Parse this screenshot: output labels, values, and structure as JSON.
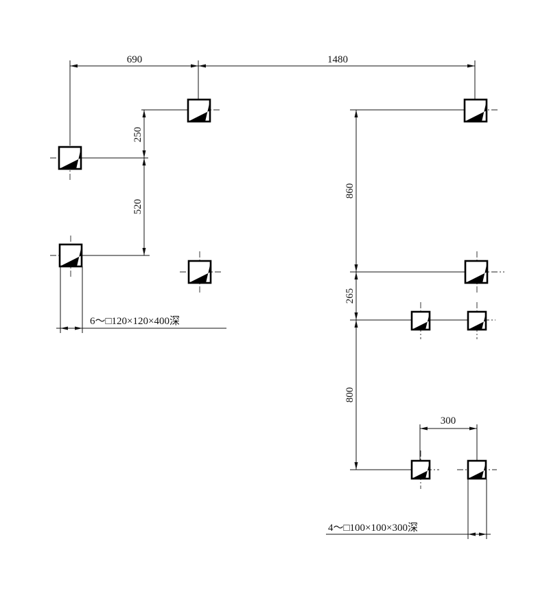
{
  "dimensions": {
    "d690": "690",
    "d1480": "1480",
    "d250": "250",
    "d520": "520",
    "d860": "860",
    "d265": "265",
    "d800": "800",
    "d300": "300"
  },
  "notes": {
    "large_pits": "6～□120×120×400深",
    "small_pits": "4～□100×100×300深"
  }
}
